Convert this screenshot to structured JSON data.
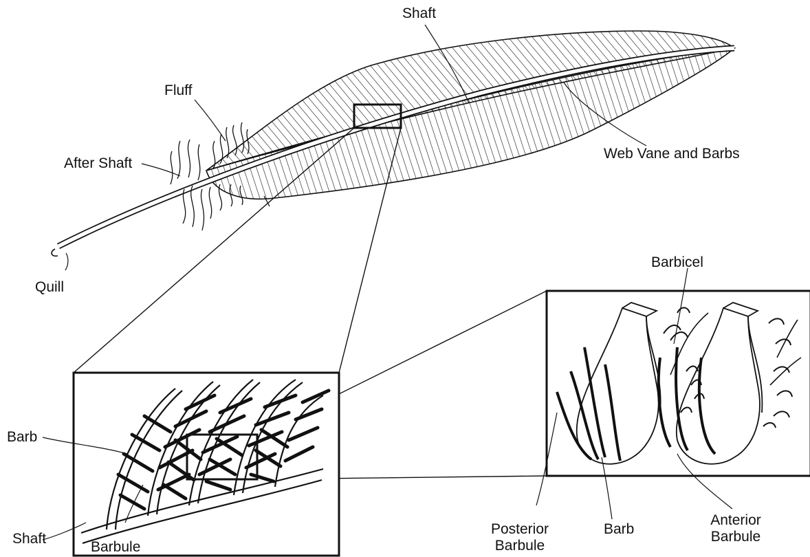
{
  "diagram": {
    "subject": "feather structure",
    "labels": {
      "shaft_top": "Shaft",
      "fluff": "Fluff",
      "after_shaft": "After Shaft",
      "web_vane": "Web Vane and Barbs",
      "quill": "Quill",
      "barbicel": "Barbicel",
      "barb_left": "Barb",
      "shaft_bottom": "Shaft",
      "barbule": "Barbule",
      "posterior_barbule_1": "Posterior",
      "posterior_barbule_2": "Barbule",
      "barb_right": "Barb",
      "anterior_barbule_1": "Anterior",
      "anterior_barbule_2": "Barbule"
    },
    "colors": {
      "ink": "#111111",
      "background": "#ffffff"
    }
  }
}
